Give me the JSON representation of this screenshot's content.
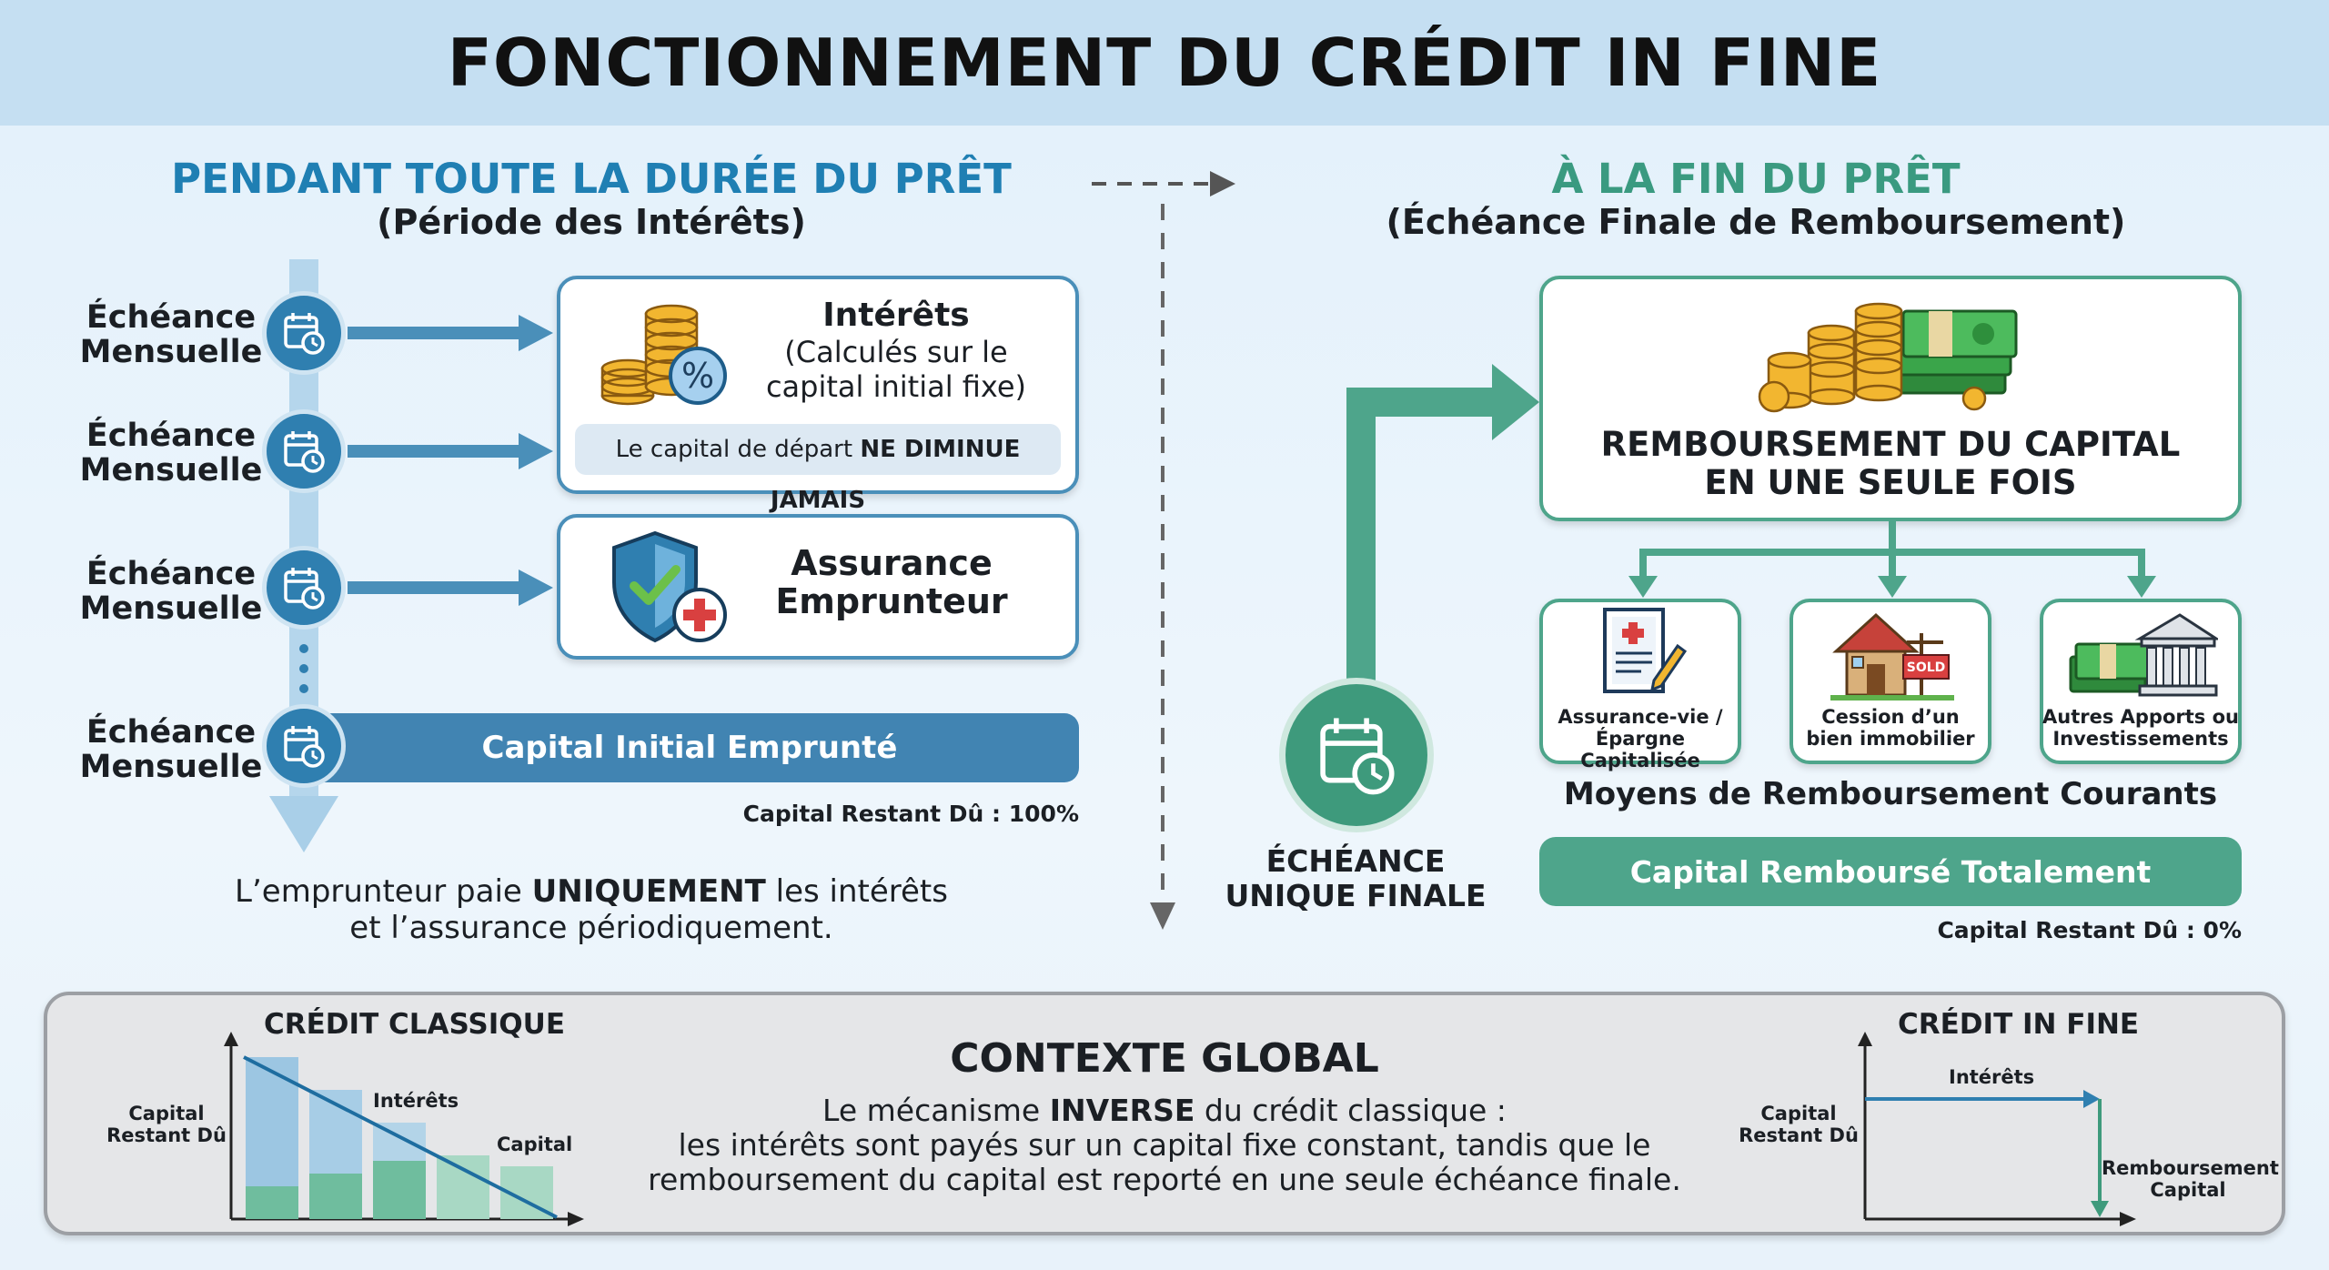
{
  "header": {
    "title": "FONCTIONNEMENT DU CRÉDIT IN FINE"
  },
  "left": {
    "title": "PENDANT TOUTE LA DURÉE DU PRÊT",
    "subtitle": "(Période des Intérêts)",
    "echeance_label_1": "Échéance",
    "echeance_label_2": "Mensuelle",
    "interets_title": "Intérêts",
    "interets_desc_1": "(Calculés sur le",
    "interets_desc_2": "capital initial fixe)",
    "capital_note_prefix": "Le capital de départ ",
    "capital_note_bold": "NE DIMINUE JAMAIS",
    "assurance_1": "Assurance",
    "assurance_2": "Emprunteur",
    "capital_bar": "Capital Initial Emprunté",
    "restant": "Capital Restant Dû : 100%",
    "footer_1a": "L’emprunteur paie ",
    "footer_1b": "UNIQUEMENT",
    "footer_1c": " les intérêts",
    "footer_2": "et l’assurance périodiquement."
  },
  "right": {
    "title": "À LA FIN DU PRÊT",
    "subtitle": "(Échéance Finale de Remboursement)",
    "remb_1": "REMBOURSEMENT DU CAPITAL",
    "remb_2": "EN UNE SEULE FOIS",
    "moyen_1a": "Assurance-vie /",
    "moyen_1b": "Épargne Capitalisée",
    "moyen_2a": "Cession d’un",
    "moyen_2b": "bien immobilier",
    "moyen_3a": "Autres Apports ou",
    "moyen_3b": "Investissements",
    "sold_label": "SOLD",
    "moyens_title": "Moyens de Remboursement Courants",
    "rembourse_bar": "Capital Remboursé Totalement",
    "restant": "Capital Restant Dû : 0%",
    "echeance_1": "ÉCHÉANCE",
    "echeance_2": "UNIQUE FINALE"
  },
  "bottom": {
    "title": "CONTEXTE GLOBAL",
    "line1a": "Le mécanisme ",
    "line1b": "INVERSE",
    "line1c": " du crédit classique :",
    "line2": "les intérêts sont payés sur un capital fixe constant, tandis que le",
    "line3": "remboursement du capital est reporté en une seule échéance finale.",
    "classique": {
      "title": "CRÉDIT CLASSIQUE",
      "ylabel_1": "Capital",
      "ylabel_2": "Restant Dû",
      "interets": "Intérêts",
      "capital": "Capital"
    },
    "infine": {
      "title": "CRÉDIT IN FINE",
      "ylabel_1": "Capital",
      "ylabel_2": "Restant Dû",
      "interets": "Intérêts",
      "remb_1": "Remboursement",
      "remb_2": "Capital"
    }
  },
  "colors": {
    "blue": "#2f7fb0",
    "green": "#4ea58b",
    "title_blue": "#1f7fb3",
    "title_green": "#3a9a80"
  }
}
